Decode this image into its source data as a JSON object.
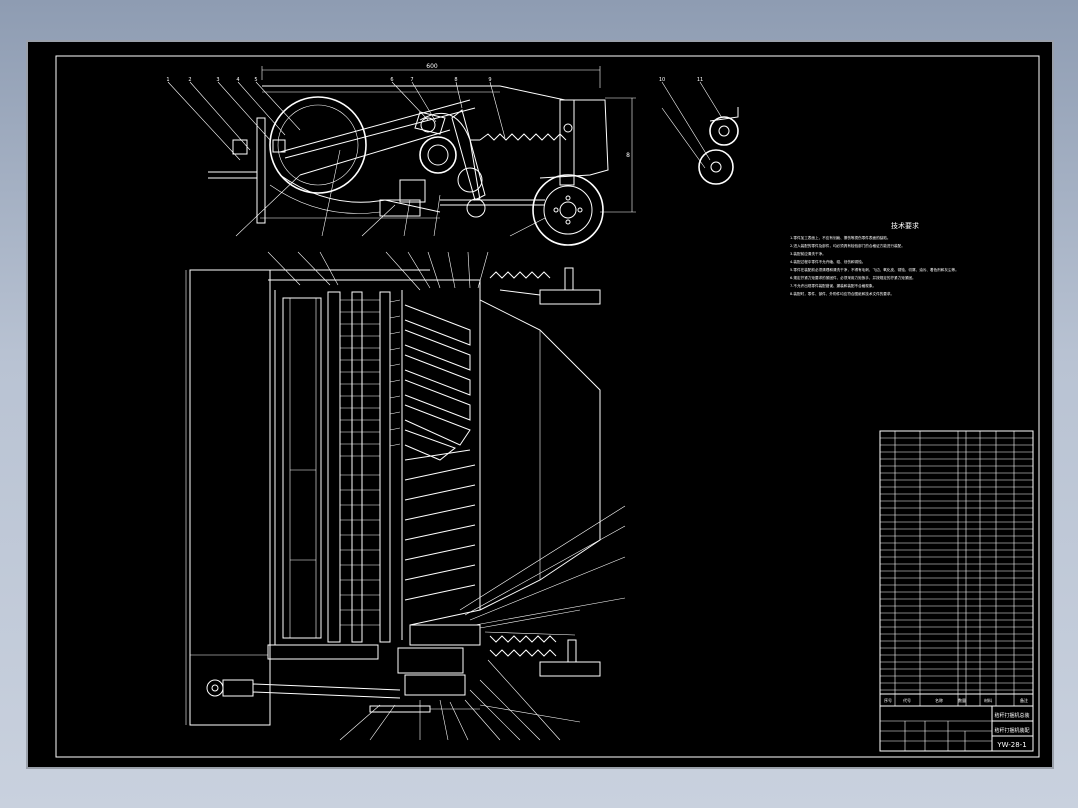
{
  "dimensions": {
    "top_width": "600",
    "side_height": "8"
  },
  "balloons": {
    "top_left": [
      "1",
      "2",
      "3",
      "4",
      "5"
    ],
    "top_mid": [
      "6",
      "7",
      "8",
      "9"
    ],
    "top_right": [
      "10",
      "11"
    ]
  },
  "technical_requirements": {
    "title": "技术要求",
    "items": [
      "1.零件加工表面上，不应有划痕、擦伤等损伤零件表面的缺陷。",
      "2.进入装配的零件及部件，均必须具有检验部门的合格证方能进行装配。",
      "3.装配前应清洗干净。",
      "4.装配过程中零件不允许磕、碰、划伤和锈蚀。",
      "5.零件在装配前必须清理和清洗干净，不得有毛刺、飞边、氧化皮、锈蚀、切屑、油污、着色剂和灰尘等。",
      "6.规定拧紧力矩要求的紧固件，必须采用力矩扳手，并按规定的拧紧力矩紧固。",
      "7.不允许出现零件装配错误、漏装和装配不合格现象。",
      "8.装配时，零件、部件、外购件均应符合图纸和技术文件的要求。"
    ]
  },
  "title_block": {
    "row1": "秸秆打捆机总装",
    "row2": "秸秆打捆机装配",
    "drawing_no": "YW-28-1",
    "header": [
      "序号",
      "代号",
      "名称",
      "数量",
      "材料",
      "备注"
    ]
  }
}
